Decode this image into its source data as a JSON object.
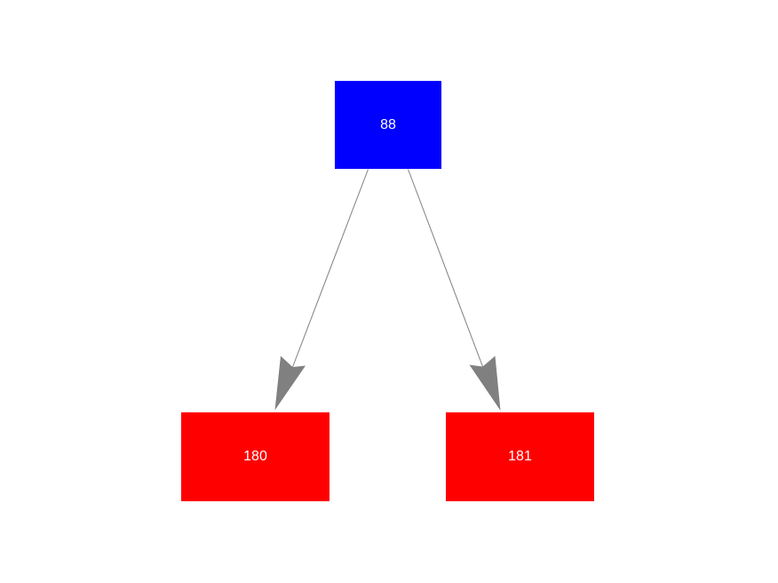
{
  "diagram": {
    "type": "tree",
    "background_color": "#ffffff",
    "edge_color": "#808080",
    "nodes": [
      {
        "id": "root",
        "label": "88",
        "fill": "#0000ff",
        "text_color": "#ffffff"
      },
      {
        "id": "left-child",
        "label": "180",
        "fill": "#ff0000",
        "text_color": "#ffffff"
      },
      {
        "id": "right-child",
        "label": "181",
        "fill": "#ff0000",
        "text_color": "#ffffff"
      }
    ],
    "edges": [
      {
        "from": "88",
        "to": "180"
      },
      {
        "from": "88",
        "to": "181"
      }
    ]
  }
}
